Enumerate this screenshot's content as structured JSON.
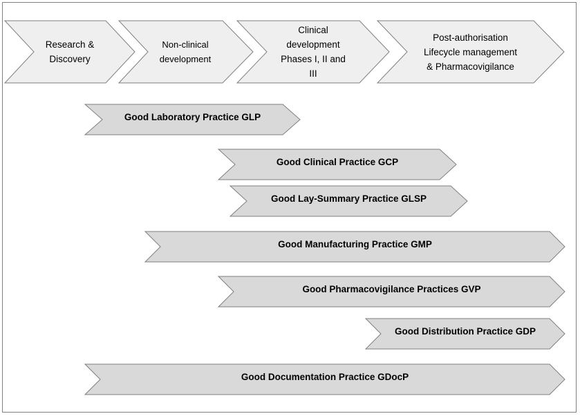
{
  "colors": {
    "phase_fill": "#efefef",
    "bar_fill": "#d9d9d9",
    "stroke": "#7f7f7f"
  },
  "phases": [
    {
      "label": "Research &\nDiscovery"
    },
    {
      "label": "Non-clinical\ndevelopment"
    },
    {
      "label": "Clinical\ndevelopment\nPhases I, II and\nIII"
    },
    {
      "label": "Post-authorisation\nLifecycle management\n& Pharmacovigilance"
    }
  ],
  "practices": [
    {
      "label": "Good Laboratory Practice GLP"
    },
    {
      "label": "Good Clinical Practice GCP"
    },
    {
      "label": "Good Lay-Summary Practice GLSP"
    },
    {
      "label": "Good Manufacturing Practice GMP"
    },
    {
      "label": "Good Pharmacovigilance Practices GVP"
    },
    {
      "label": "Good Distribution Practice GDP"
    },
    {
      "label": "Good Documentation Practice GDocP"
    }
  ]
}
